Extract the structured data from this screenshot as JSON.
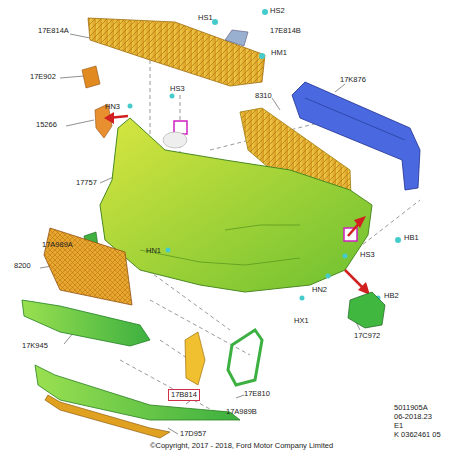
{
  "diagram": {
    "nodes": [
      {
        "text": [
          "17B814"
        ]
      }
    ],
    "labels": [
      "17E814A",
      "HS1",
      "HS2",
      "17E814B",
      "HM1",
      "17E902",
      "HS3",
      "HN3",
      "15266",
      "17757",
      "17K876",
      "8310",
      "17A989A",
      "8200",
      "HN1",
      "HB1",
      "HS3",
      "HB2",
      "HN2",
      "17K945",
      "HX1",
      "17C972",
      "17E810",
      "17A989B",
      "17D957",
      "5011905A",
      "06-2018.23",
      "E1",
      "K 0362461 05",
      "©Copyright, 2017 - 2018, Ford Motor Company Limited"
    ]
  }
}
